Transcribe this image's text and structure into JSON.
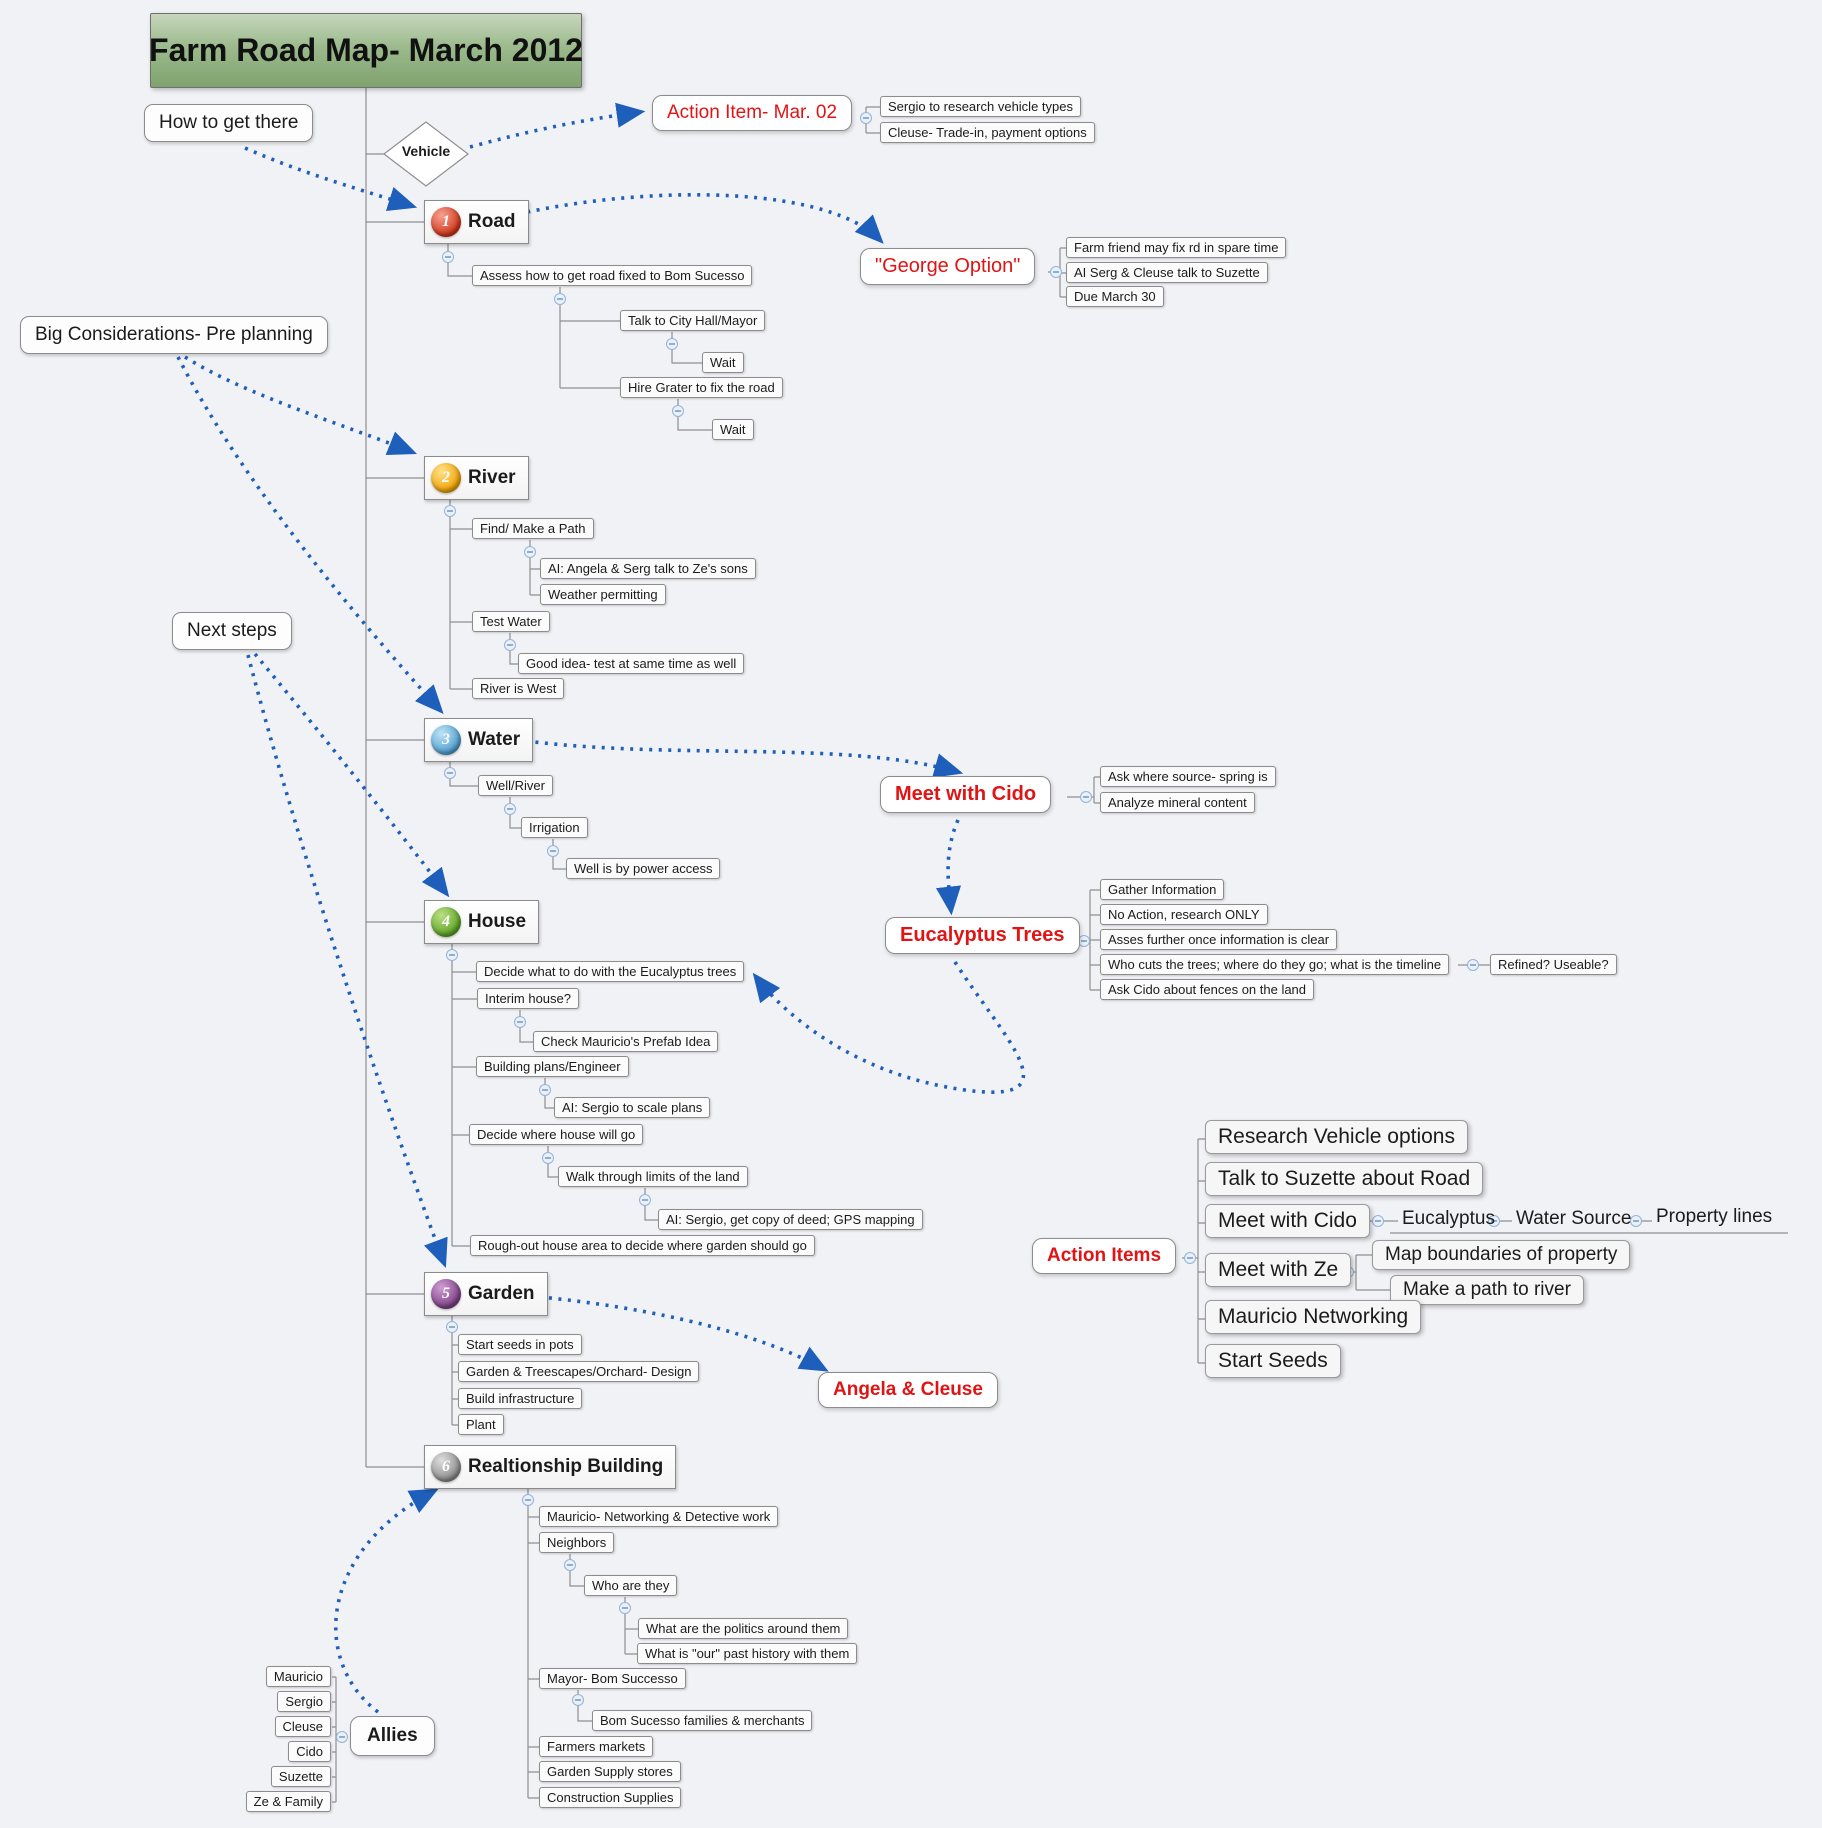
{
  "title": "Farm Road Map- March 2012",
  "colors": {
    "accent_red": "#e01414",
    "arrow_blue": "#1e5fbb",
    "title_green": "#8fb07e"
  },
  "badges": [
    "1",
    "2",
    "3",
    "4",
    "5",
    "6"
  ],
  "nodes": {
    "how_to_get_there": "How to get there",
    "big_considerations": "Big Considerations- Pre planning",
    "next_steps": "Next steps",
    "vehicle": "Vehicle",
    "action_item": "Action Item- Mar. 02",
    "ai_sergio": "Sergio to research vehicle types",
    "ai_cleuse": "Cleuse- Trade-in, payment options",
    "road": "Road",
    "george": "\"George Option\"",
    "george_1": "Farm friend may fix rd in spare time",
    "george_2": "AI Serg & Cleuse talk to Suzette",
    "george_3": "Due March 30",
    "road_assess": "Assess how to get road fixed to Bom Sucesso",
    "road_cityhall": "Talk to City Hall/Mayor",
    "road_wait1": "Wait",
    "road_grater": "Hire Grater to fix the road",
    "road_wait2": "Wait",
    "river": "River",
    "river_path": "Find/ Make a Path",
    "river_ai": "AI: Angela & Serg talk to Ze's sons",
    "river_weather": "Weather permitting",
    "river_test": "Test Water",
    "river_good": "Good idea- test at same time as well",
    "river_west": "River is West",
    "water": "Water",
    "water_wellriver": "Well/River",
    "water_irrigation": "Irrigation",
    "water_power": "Well is by power access",
    "cido": "Meet with Cido",
    "cido_ask": "Ask where source- spring is",
    "cido_analyze": "Analyze mineral content",
    "euc": "Eucalyptus Trees",
    "euc_gather": "Gather Information",
    "euc_noaction": "No Action, research ONLY",
    "euc_asses": "Asses further once information is clear",
    "euc_who": "Who cuts the trees; where do they go; what is the timeline",
    "euc_refined": "Refined? Useable?",
    "euc_fences": "Ask Cido about fences on the land",
    "house": "House",
    "house_decide_euc": "Decide what to do with the Eucalyptus trees",
    "house_interim": "Interim house?",
    "house_prefab": "Check Mauricio's Prefab Idea",
    "house_plans": "Building plans/Engineer",
    "house_scale": "AI: Sergio to scale plans",
    "house_where": "Decide where house will go",
    "house_walk": "Walk through limits of the land",
    "house_deed": "AI: Sergio, get copy of deed; GPS mapping",
    "house_rough": "Rough-out house area to decide where garden should go",
    "garden": "Garden",
    "garden_seeds": "Start seeds in pots",
    "garden_design": "Garden & Treescapes/Orchard-  Design",
    "garden_infra": "Build infrastructure",
    "garden_plant": "Plant",
    "angela": "Angela & Cleuse",
    "actions": "Action Items",
    "act_vehicle": "Research Vehicle options",
    "act_suzette": "Talk to Suzette about Road",
    "act_cido": "Meet with Cido",
    "act_euc": "Eucalyptus",
    "act_water": "Water Source",
    "act_prop": "Property lines",
    "act_ze": "Meet with Ze",
    "act_map": "Map boundaries of property",
    "act_path": "Make a path to river",
    "act_mauricio": "Mauricio Networking",
    "act_seeds": "Start Seeds",
    "rel": "Realtionship Building",
    "rel_mauricio": "Mauricio- Networking & Detective work",
    "rel_neighbors": "Neighbors",
    "rel_who": "Who are they",
    "rel_politics": "What are the politics around them",
    "rel_history": "What is \"our\" past history with them",
    "rel_mayor": "Mayor- Bom Successo",
    "rel_families": "Bom Sucesso families & merchants",
    "rel_farmers": "Farmers markets",
    "rel_gsupply": "Garden Supply stores",
    "rel_construction": "Construction Supplies",
    "allies": "Allies",
    "ally_mauricio": "Mauricio",
    "ally_sergio": "Sergio",
    "ally_cleuse": "Cleuse",
    "ally_cido": "Cido",
    "ally_suzette": "Suzette",
    "ally_ze": "Ze & Family"
  }
}
